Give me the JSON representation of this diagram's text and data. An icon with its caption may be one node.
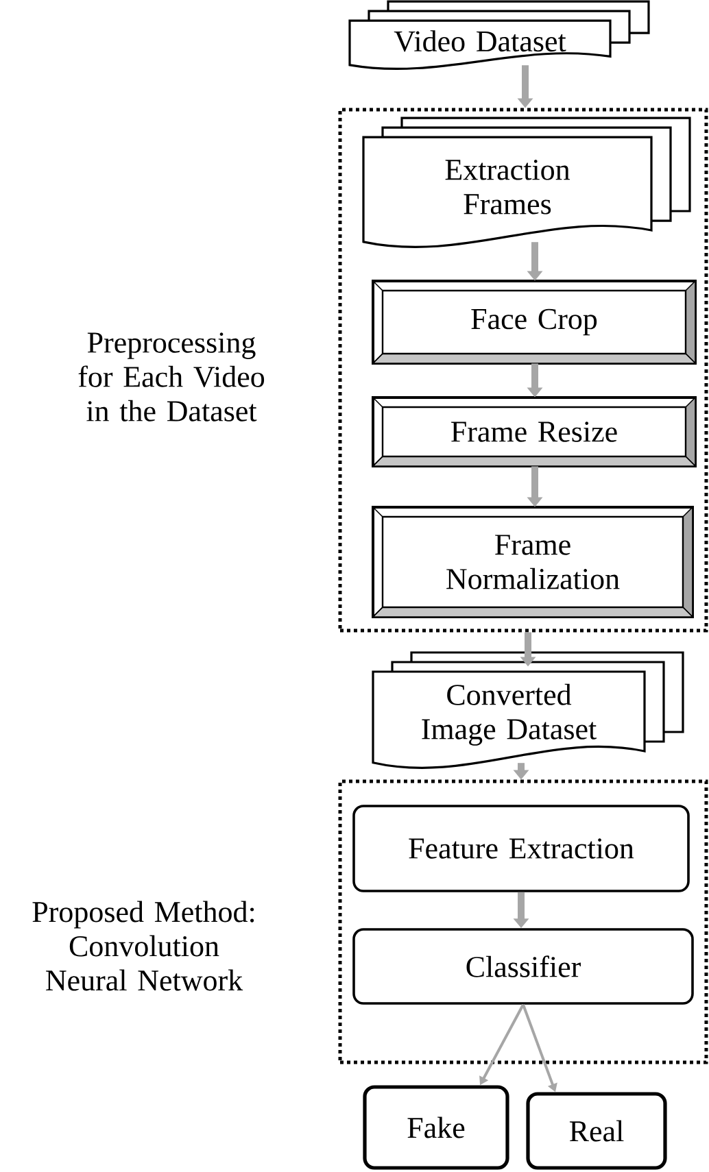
{
  "diagram": {
    "nodes": [
      {
        "text": [
          "Video Dataset"
        ]
      },
      {
        "text": [
          "Preprocessing for Each Video in the Dataset"
        ]
      },
      {
        "text": [
          "Extraction Frames"
        ],
        "in": 1
      },
      {
        "text": [
          "Face Crop"
        ],
        "in": 1
      },
      {
        "text": [
          "Frame Resize"
        ],
        "in": 1
      },
      {
        "text": [
          "Frame Normalization"
        ],
        "in": 1
      },
      {
        "text": [
          "Converted Image Dataset"
        ]
      },
      {
        "text": [
          "Proposed Method: Convolution Neural Network"
        ]
      },
      {
        "text": [
          "Feature Extraction"
        ],
        "in": 7
      },
      {
        "text": [
          "Classifier"
        ],
        "in": 7
      },
      {
        "text": [
          "Fake"
        ]
      },
      {
        "text": [
          "Real"
        ]
      }
    ],
    "edges": [
      {
        "from": 0,
        "to": 1,
        "arrow": "to"
      },
      {
        "from": 2,
        "to": 3,
        "arrow": "to"
      },
      {
        "from": 3,
        "to": 4,
        "arrow": "to"
      },
      {
        "from": 4,
        "to": 5,
        "arrow": "to"
      },
      {
        "from": 1,
        "to": 6,
        "arrow": "to"
      },
      {
        "from": 6,
        "to": 7,
        "arrow": "to"
      },
      {
        "from": 8,
        "to": 9,
        "arrow": "to"
      },
      {
        "from": 9,
        "to": 10,
        "arrow": "to"
      },
      {
        "from": 9,
        "to": 11,
        "arrow": "to"
      }
    ]
  }
}
